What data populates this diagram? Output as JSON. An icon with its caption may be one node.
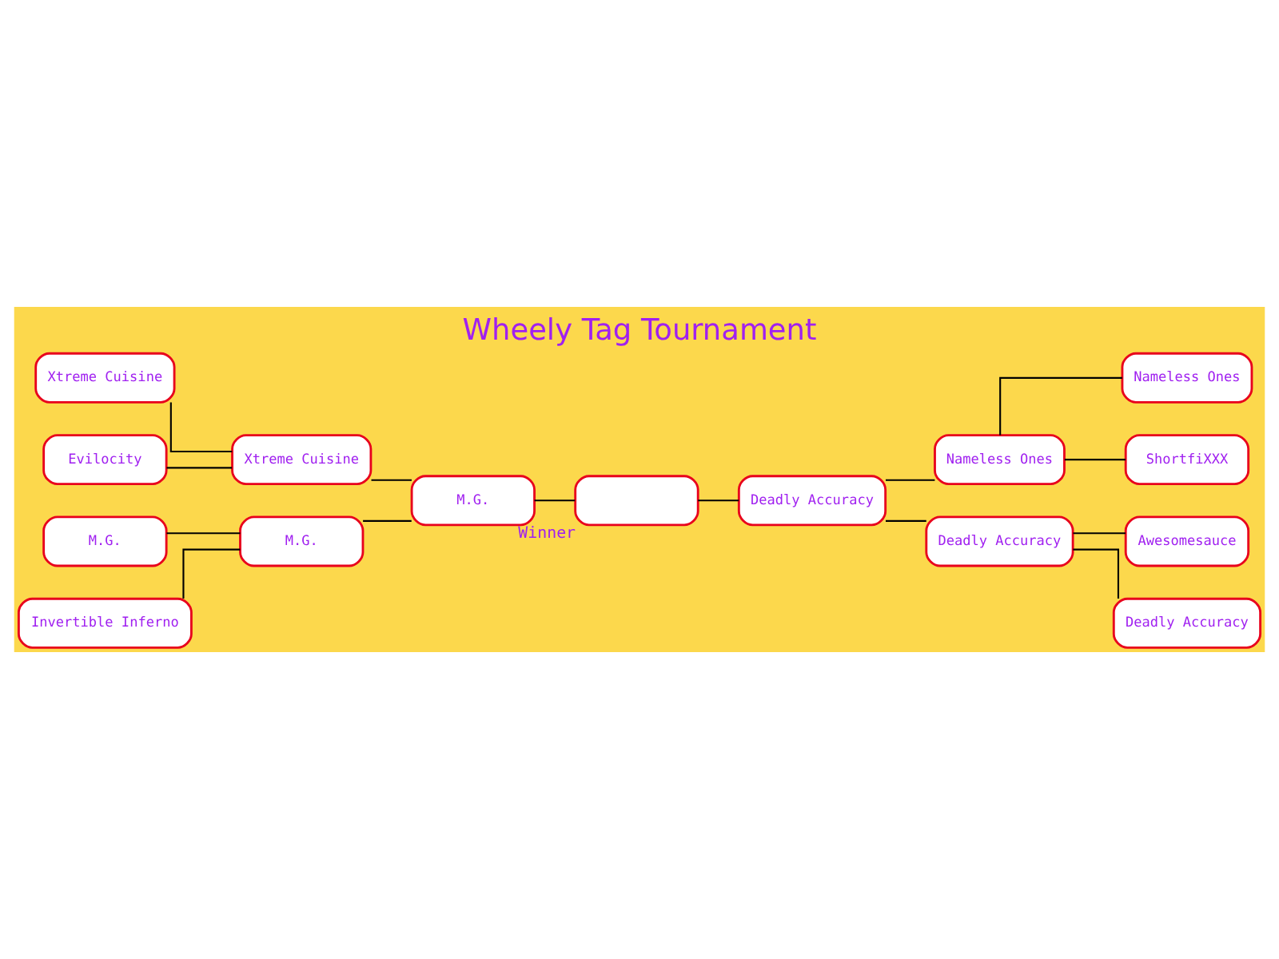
{
  "diagram": {
    "title": "Wheely Tag Tournament",
    "nodes": [
      {
        "text": [
          "Xtreme Cuisine"
        ]
      },
      {
        "text": [
          "Xtreme Cuisine"
        ]
      },
      {
        "text": [
          "Evilocity"
        ]
      },
      {
        "text": [
          "Nameless Ones"
        ]
      },
      {
        "text": [
          "Nameless Ones"
        ]
      },
      {
        "text": [
          "ShortfiXXX"
        ]
      },
      {
        "text": [
          "M.G."
        ]
      },
      {
        "text": [
          "Deadly Accuracy"
        ]
      },
      {
        "text": [
          "M.G."
        ]
      },
      {
        "text": [
          "M.G."
        ]
      },
      {
        "text": [
          "Awesomesauce"
        ]
      },
      {
        "text": [
          "Deadly Accuracy"
        ]
      },
      {
        "text": [
          "Invertible Inferno"
        ]
      },
      {
        "text": [
          "Deadly Accuracy"
        ]
      },
      {
        "text": [],
        "shape": "box",
        "beside": [
          "Winner"
        ]
      }
    ],
    "edges": [
      {
        "from": 0,
        "to": 1,
        "arrow": "none"
      },
      {
        "from": 2,
        "to": 1,
        "arrow": "none"
      },
      {
        "from": 1,
        "to": 6,
        "arrow": "none"
      },
      {
        "from": 8,
        "to": 9,
        "arrow": "none"
      },
      {
        "from": 12,
        "to": 9,
        "arrow": "none"
      },
      {
        "from": 9,
        "to": 6,
        "arrow": "none"
      },
      {
        "from": 6,
        "to": 14,
        "arrow": "none"
      },
      {
        "from": 14,
        "to": 7,
        "arrow": "none"
      },
      {
        "from": 7,
        "to": 3,
        "arrow": "none"
      },
      {
        "from": 3,
        "to": 4,
        "arrow": "none"
      },
      {
        "from": 3,
        "to": 5,
        "arrow": "none"
      },
      {
        "from": 7,
        "to": 11,
        "arrow": "none"
      },
      {
        "from": 11,
        "to": 10,
        "arrow": "none"
      },
      {
        "from": 11,
        "to": 13,
        "arrow": "none"
      }
    ]
  }
}
